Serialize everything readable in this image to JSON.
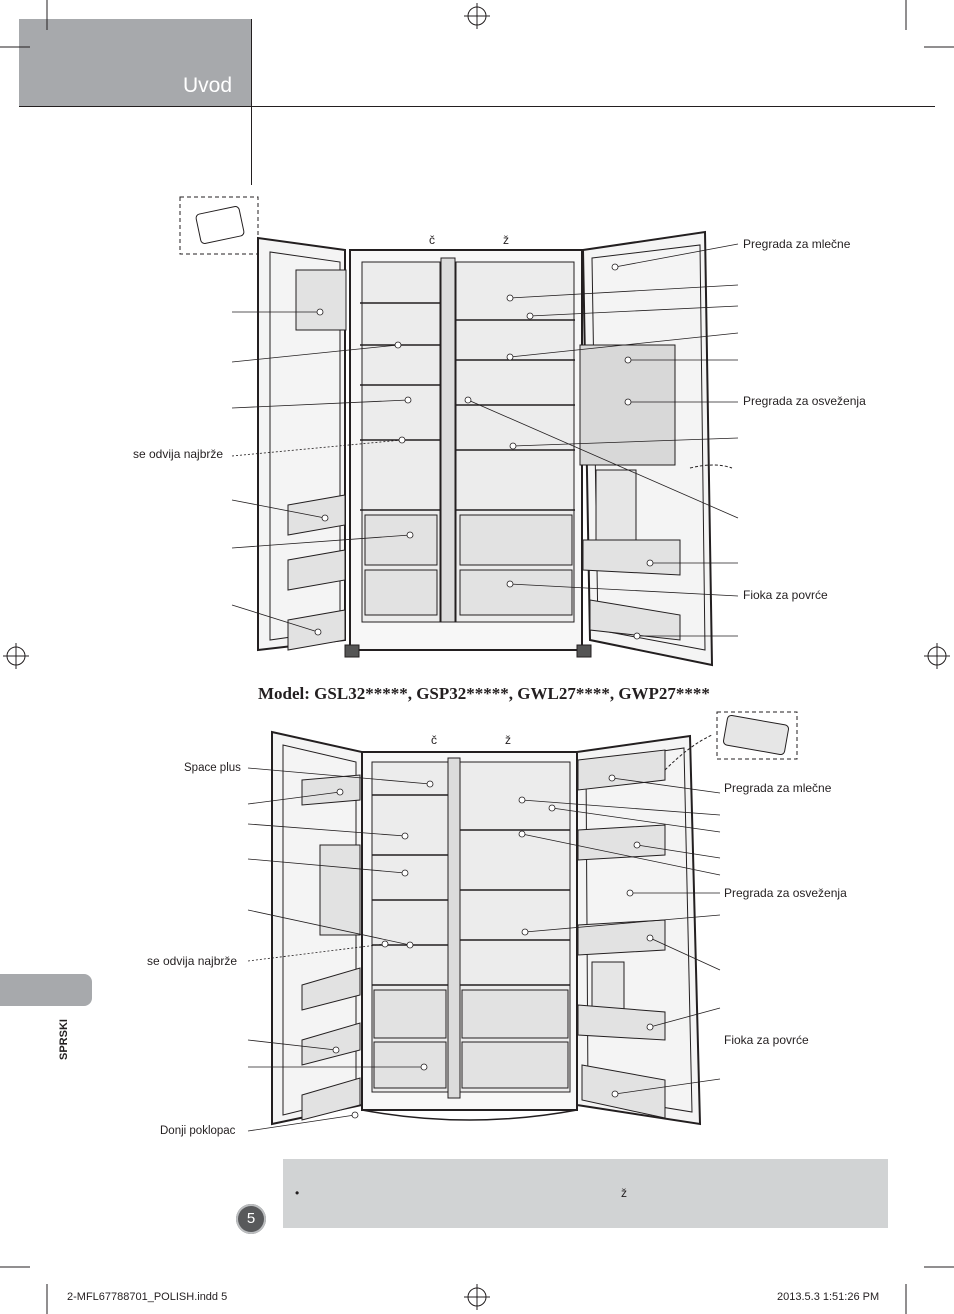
{
  "header": {
    "title": "Uvod"
  },
  "diagram1": {
    "top_chars": [
      "č",
      "ž"
    ],
    "labels": {
      "dairy": "Pregrada za mlečne",
      "fresh": "Pregrada za osveženja",
      "quick": "se odvija najbrže",
      "veg": "Fioka za povrće"
    }
  },
  "model": {
    "text": "Model: GSL32*****, GSP32*****, GWL27****, GWP27****"
  },
  "diagram2": {
    "top_chars": [
      "č",
      "ž"
    ],
    "labels": {
      "space_plus": "Space plus",
      "quick": "se odvija najbrže",
      "bottom_cover": "Donji poklopac",
      "dairy": "Pregrada za mlečne",
      "fresh": "Pregrada za osveženja",
      "veg": "Fioka za povrće"
    }
  },
  "side_tab": {
    "language": "SPRSKI"
  },
  "note": {
    "bullet": "•",
    "char": "ž"
  },
  "page": {
    "number": "5"
  },
  "footer": {
    "file": "2-MFL67788701_POLISH.indd   5",
    "date": "2013.5.3   1:51:26 PM"
  }
}
